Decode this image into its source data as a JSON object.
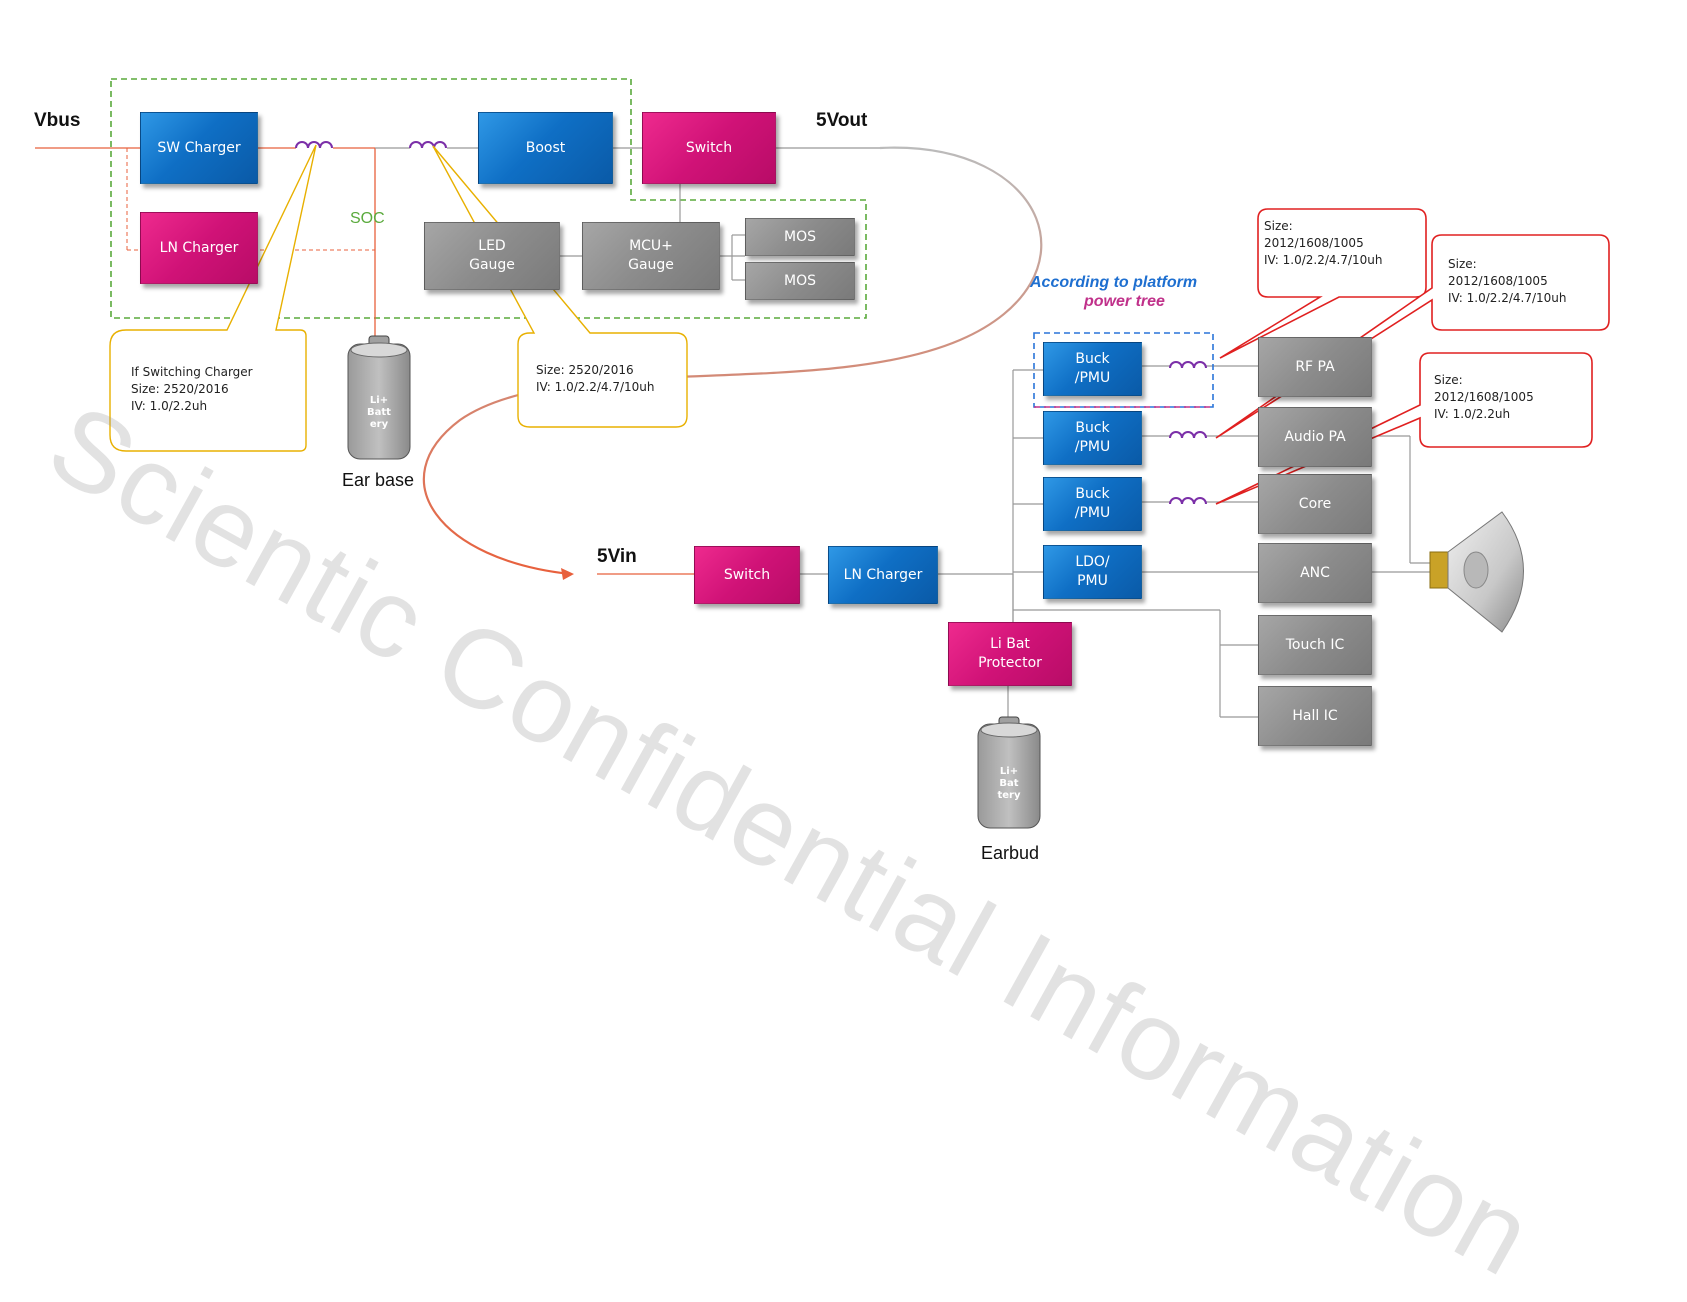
{
  "labels": {
    "vbus": "Vbus",
    "fivevout": "5Vout",
    "fivevin": "5Vin",
    "ear_base": "Ear base",
    "earbud": "Earbud",
    "soc": "SOC",
    "platform_line1": "According to platform",
    "platform_line2": "power tree"
  },
  "base_blocks": {
    "sw_charger": "SW Charger",
    "ln_charger": "LN Charger",
    "boost": "Boost",
    "switch": "Switch",
    "led_gauge": "LED\nGauge",
    "mcu_gauge": "MCU+\nGauge",
    "mos1": "MOS",
    "mos2": "MOS"
  },
  "bud_blocks": {
    "switch": "Switch",
    "ln_charger": "LN Charger",
    "li_bat_protector": "Li Bat\nProtector",
    "buck1": "Buck\n/PMU",
    "buck2": "Buck\n/PMU",
    "buck3": "Buck\n/PMU",
    "ldo": "LDO/\nPMU"
  },
  "loads": {
    "rf_pa": "RF PA",
    "audio_pa": "Audio PA",
    "core": "Core",
    "anc": "ANC",
    "touch_ic": "Touch IC",
    "hall_ic": "Hall IC"
  },
  "batteries": {
    "base": "Li+\nBatt\nery",
    "bud": "Li+\nBat\ntery"
  },
  "callouts": {
    "sw_charger_note": "If Switching Charger\nSize: 2520/2016\nIV: 1.0/2.2uh",
    "boost_note": "Size: 2520/2016\nIV: 1.0/2.2/4.7/10uh",
    "buck1_note": "Size:\n2012/1608/1005\nIV: 1.0/2.2/4.7/10uh",
    "buck2_note": "Size:\n2012/1608/1005\nIV: 1.0/2.2/4.7/10uh",
    "buck3_note": "Size:\n2012/1608/1005\nIV: 1.0/2.2uh"
  },
  "watermark": "Scientic Confidential Information",
  "colors": {
    "blue_block": "#0f6fc5",
    "pink_block": "#d01277",
    "gray_block": "#8c8c8c",
    "power_line": "#e8603c",
    "soc_dash": "#5aaa3c",
    "callout_yellow": "#e8b000",
    "callout_red": "#e02020",
    "inductor": "#7b2fa8",
    "platform_text_blue": "#1e6fd0",
    "platform_text_pink": "#c0308a"
  }
}
